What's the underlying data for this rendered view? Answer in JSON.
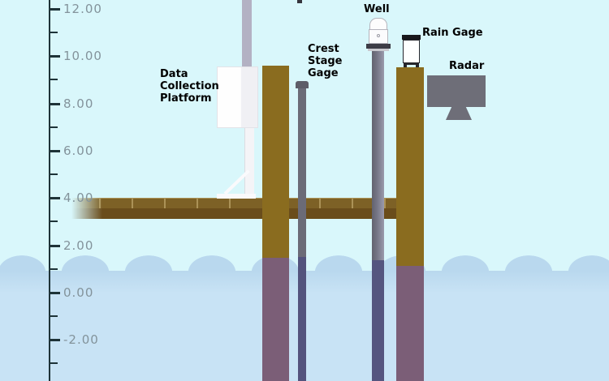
{
  "diagram": {
    "type": "stream-gaging-station-schematic",
    "labels": {
      "data_collection_platform": [
        "Data",
        "Collection",
        "Platform"
      ],
      "crest_stage_gage": [
        "Crest",
        "Stage",
        "Gage"
      ],
      "well": "Well",
      "rain_gage": "Rain Gage",
      "radar": "Radar"
    },
    "gage_axis": {
      "tick_labels": [
        "12.00",
        "10.00",
        "8.00",
        "6.00",
        "4.00",
        "2.00",
        "0.00",
        "-2.00"
      ],
      "major_interval": 2.0,
      "minor_interval": 1.0,
      "water_surface_gage_height_approx": 1.4
    },
    "colors": {
      "sky": "#d9f7fb",
      "water-band": "#b9d8ee",
      "water-body": "#c8e3f5",
      "deck-top": "#7d6126",
      "deck-dark": "#6a4d1b",
      "deck-seam": "#ab9257",
      "post-brown": "#8a6c1f",
      "post-brown-uw": "#7b5e77",
      "crest-pipe": "#6b6b77",
      "crest-cap": "#5d5d68",
      "crest-pipe-uw": "#53537d",
      "well-pipe": "#747484",
      "well-pipe-uw": "#55557f",
      "pole": "#b3b1c3",
      "metal": "#6e6e78",
      "flange": "#3c3c46",
      "collar": "#c9c9cf",
      "axis": "#1e3338",
      "tick-label": "#83939b",
      "label": "#000000"
    }
  }
}
